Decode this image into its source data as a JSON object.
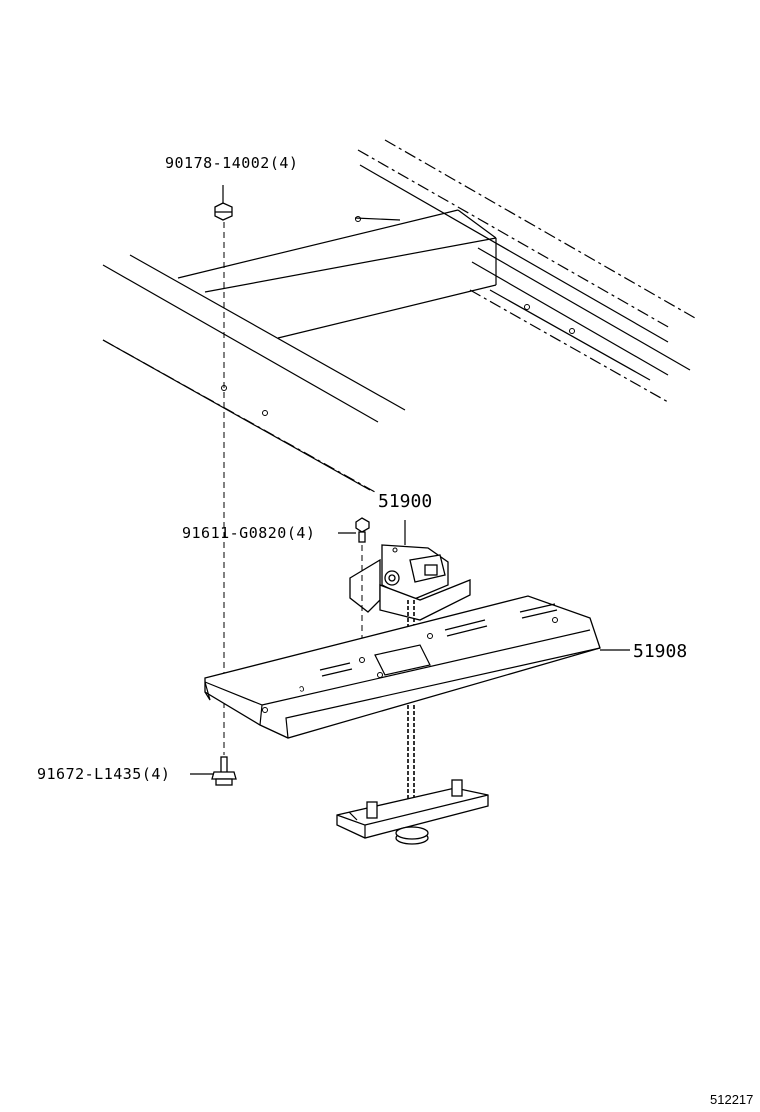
{
  "labels": {
    "nut_top": "90178-14002(4)",
    "carrier": "51900",
    "bolt_mid": "91611-G0820(4)",
    "bracket": "51908",
    "bolt_low": "91672-L1435(4)"
  },
  "figure_ref": "512217"
}
